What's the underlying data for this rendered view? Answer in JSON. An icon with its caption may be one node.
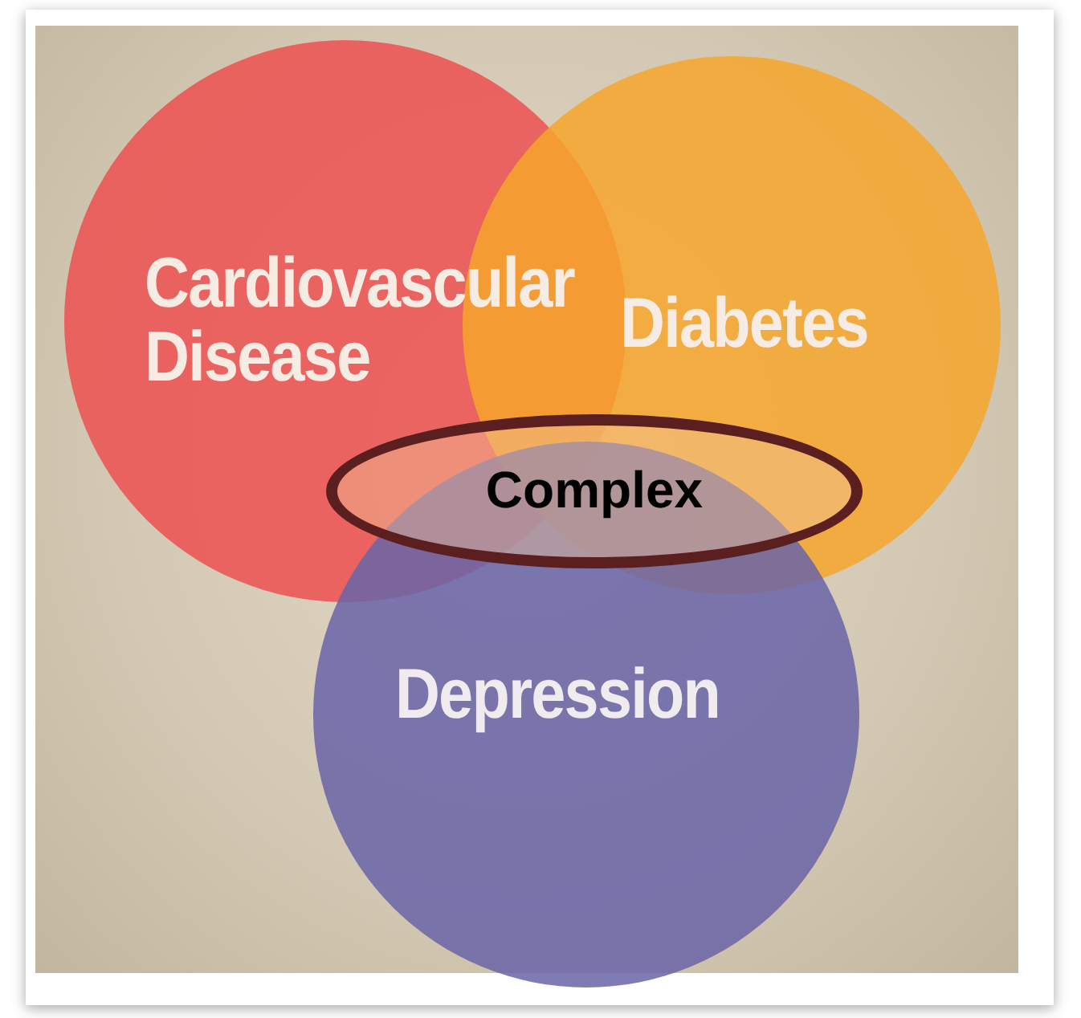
{
  "diagram": {
    "nodes": [
      {
        "text": [
          "Cardiovascular Disease"
        ]
      },
      {
        "text": [
          "Diabetes"
        ]
      },
      {
        "text": [
          "Depression"
        ]
      },
      {
        "text": [
          "Complex"
        ]
      }
    ]
  }
}
